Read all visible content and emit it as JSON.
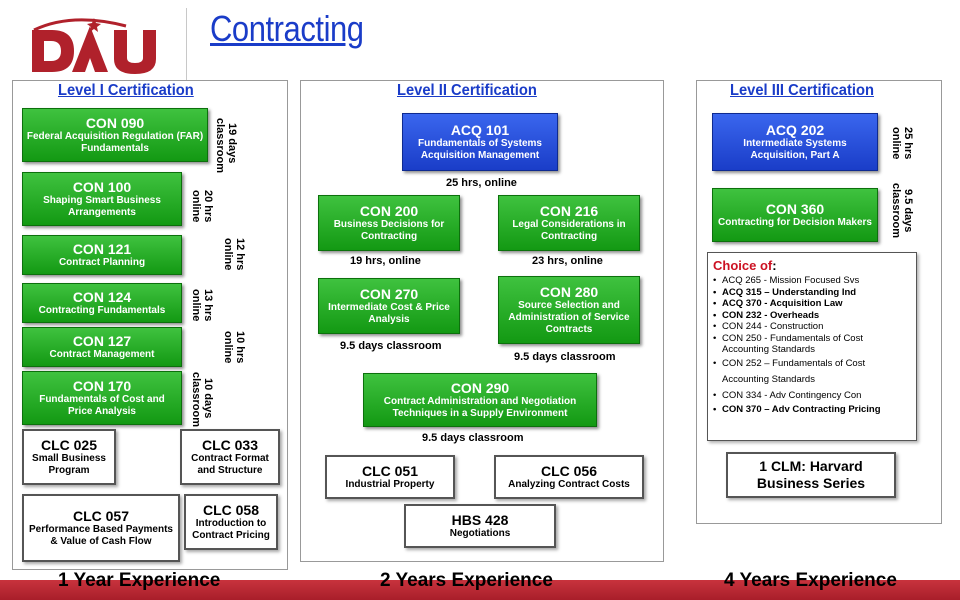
{
  "header": {
    "title": "Contracting",
    "logo_text": "DAU"
  },
  "colors": {
    "brand_red": "#b0212b",
    "title_blue": "#1a3cc8",
    "course_green": "#1fa51f",
    "course_blue": "#2950e0"
  },
  "level1": {
    "heading": "Level I Certification",
    "courses": [
      {
        "code": "CON 090",
        "title": "Federal Acquisition Regulation (FAR) Fundamentals",
        "duration": "19 days\nclassroom"
      },
      {
        "code": "CON 100",
        "title": "Shaping Smart Business Arrangements",
        "duration": "20 hrs\nonline"
      },
      {
        "code": "CON 121",
        "title": "Contract Planning",
        "duration": "12 hrs\nonline"
      },
      {
        "code": "CON 124",
        "title": "Contracting Fundamentals",
        "duration": "13 hrs\nonline"
      },
      {
        "code": "CON 127",
        "title": "Contract Management",
        "duration": "10 hrs\nonline"
      },
      {
        "code": "CON 170",
        "title": "Fundamentals of Cost and Price Analysis",
        "duration": "10 days\nclassroom"
      }
    ],
    "electives": [
      {
        "code": "CLC 025",
        "title": "Small Business Program"
      },
      {
        "code": "CLC 033",
        "title": "Contract Format and Structure"
      },
      {
        "code": "CLC 057",
        "title": "Performance Based Payments & Value of Cash Flow"
      },
      {
        "code": "CLC 058",
        "title": "Introduction to Contract Pricing"
      }
    ],
    "experience": "1 Year Experience"
  },
  "level2": {
    "heading": "Level II Certification",
    "courses": [
      {
        "code": "ACQ 101",
        "title": "Fundamentals of Systems Acquisition Management",
        "duration": "25  hrs, online"
      },
      {
        "code": "CON 200",
        "title": "Business Decisions for Contracting",
        "duration": "19 hrs, online"
      },
      {
        "code": "CON 216",
        "title": "Legal Considerations in Contracting",
        "duration": "23 hrs, online"
      },
      {
        "code": "CON 270",
        "title": "Intermediate Cost & Price Analysis",
        "duration": "9.5 days classroom"
      },
      {
        "code": "CON 280",
        "title": "Source Selection and Administration of Service Contracts",
        "duration": "9.5 days classroom"
      },
      {
        "code": "CON 290",
        "title": "Contract Administration and Negotiation Techniques in a Supply Environment",
        "duration": "9.5 days classroom"
      }
    ],
    "electives": [
      {
        "code": "CLC 051",
        "title": "Industrial Property"
      },
      {
        "code": "CLC 056",
        "title": "Analyzing Contract Costs"
      },
      {
        "code": "HBS 428",
        "title": "Negotiations"
      }
    ],
    "experience": "2 Years Experience"
  },
  "level3": {
    "heading": "Level III Certification",
    "courses": [
      {
        "code": "ACQ 202",
        "title": "Intermediate Systems Acquisition, Part A",
        "duration": "25 hrs\nonline"
      },
      {
        "code": "CON 360",
        "title": "Contracting for Decision Makers",
        "duration": "9.5 days\nclassroom"
      }
    ],
    "choice": {
      "title": "Choice of",
      "colon": ":",
      "items": [
        "ACQ 265 - Mission Focused Svs",
        "ACQ 315 – Understanding Ind",
        "ACQ 370 - Acquisition Law",
        "CON 232 - Overheads",
        "CON 244 - Construction",
        "CON 250 - Fundamentals of Cost Accounting Standards",
        "CON 252 – Fundamentals of Cost Accounting Standards",
        "CON 334 - Adv Contingency Con",
        "CON 370 – Adv Contracting Pricing"
      ]
    },
    "clm": "1 CLM: Harvard Business Series",
    "experience": "4 Years Experience"
  }
}
